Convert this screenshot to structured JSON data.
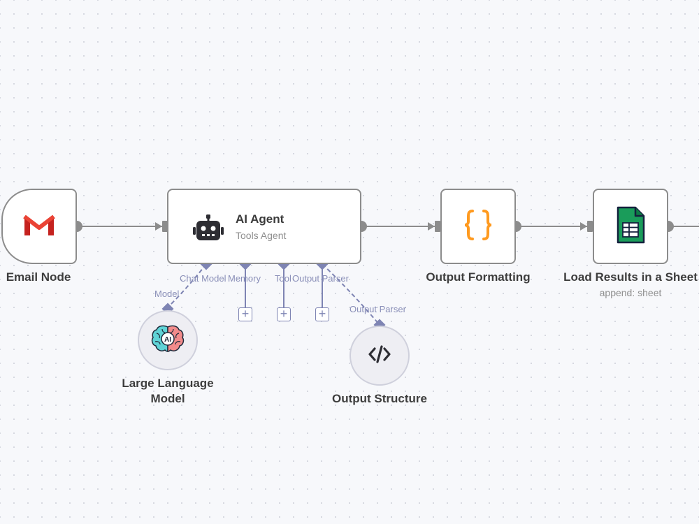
{
  "workflow": {
    "nodes": {
      "email": {
        "label": "Email Node",
        "icon": "gmail-icon"
      },
      "agent": {
        "title": "AI Agent",
        "subtitle": "Tools Agent",
        "icon": "robot-icon"
      },
      "formatting": {
        "label": "Output Formatting",
        "icon": "curly-braces-icon"
      },
      "sheet": {
        "label": "Load Results in a Sheet",
        "subtitle": "append: sheet",
        "icon": "google-sheets-icon"
      },
      "llm": {
        "label_line1": "Large Language",
        "label_line2": "Model",
        "icon": "ai-brain-icon"
      },
      "structure": {
        "label": "Output Structure",
        "icon": "code-icon"
      }
    },
    "agent_ports": {
      "chat_model": "Chat Model",
      "memory": "Memory",
      "tool": "Tool",
      "output_parser": "Output Parser"
    },
    "subnode_ports": {
      "model": "Model",
      "output_parser": "Output Parser"
    },
    "add_button_symbol": "+"
  },
  "colors": {
    "connection": "#8c8c8c",
    "ai_connection": "#7e84b3",
    "gmail_red": "#ea4335",
    "braces_orange": "#ff9a1f",
    "sheets_green": "#0f9d58"
  }
}
